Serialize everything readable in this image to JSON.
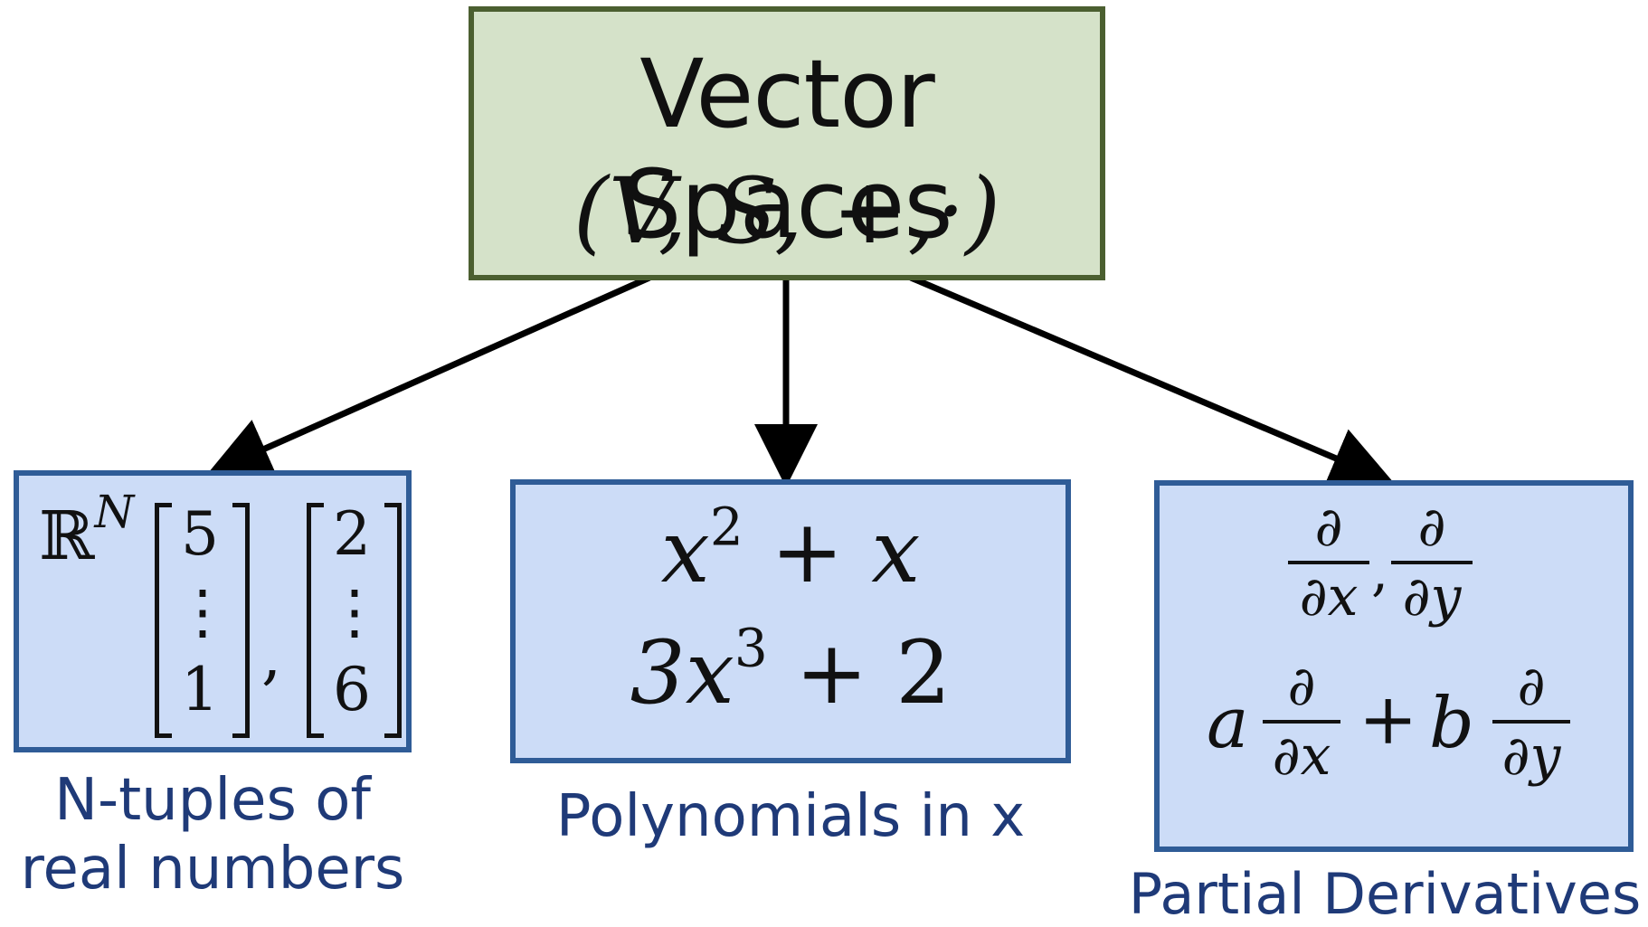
{
  "root": {
    "title": "Vector Spaces",
    "tuple": "(V, S, +,·)"
  },
  "left": {
    "set_symbol": "ℝ",
    "set_exponent": "N",
    "vector1": [
      "5",
      "⋮",
      "1"
    ],
    "vector2": [
      "2",
      "⋮",
      "6"
    ],
    "separator": ",",
    "caption_line1": "N-tuples of",
    "caption_line2": "real numbers"
  },
  "middle": {
    "poly1_base": "x",
    "poly1_exp": "2",
    "poly1_rest": " + x",
    "poly2_base": "3x",
    "poly2_exp": "3",
    "poly2_rest": " + 2",
    "caption": "Polynomials in x"
  },
  "right": {
    "partial": "∂",
    "dx": "∂x",
    "dy": "∂y",
    "separator": ",",
    "coef_a": "a",
    "plus": "+",
    "coef_b": "b",
    "caption": "Partial Derivatives"
  },
  "colors": {
    "root_fill": "#d5e2c9",
    "root_border": "#4b5f30",
    "child_fill": "#ccdcf7",
    "child_border": "#2f5c97",
    "caption_text": "#1f3a78"
  }
}
